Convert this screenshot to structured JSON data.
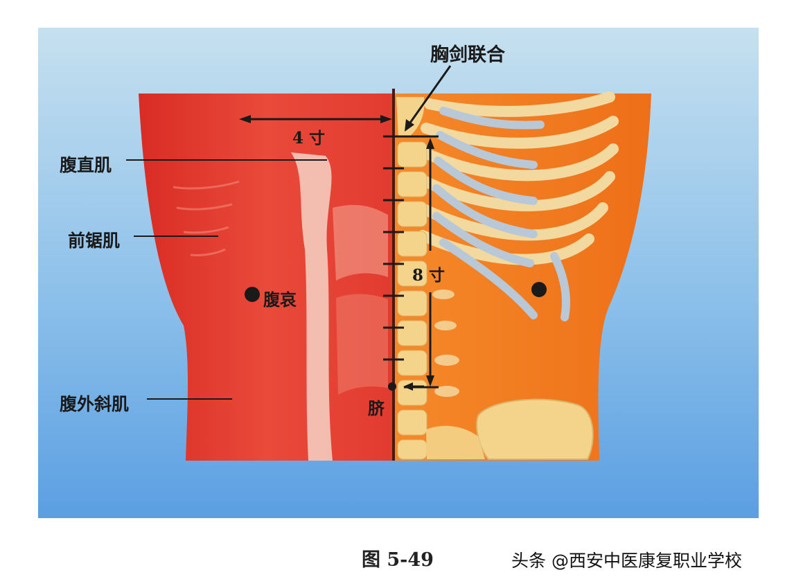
{
  "labels": {
    "xiphoid": "胸剑联合",
    "rectus": "腹直肌",
    "serratus": "前锯肌",
    "oblique": "腹外斜肌",
    "point": "腹哀",
    "navel": "脐",
    "dist_4": "4 寸",
    "dist_8": "8 寸"
  },
  "caption": "图 5-49",
  "watermark": "头条 @西安中医康复职业学校",
  "colors": {
    "background_top": "#bcdbef",
    "background_bottom": "#5aa2e3",
    "muscle": "#e5352c",
    "torso_right": "#f07a1f",
    "bone": "#f3d48a",
    "ribs": "#b7c7d6",
    "marker": "#1a1a1a"
  }
}
